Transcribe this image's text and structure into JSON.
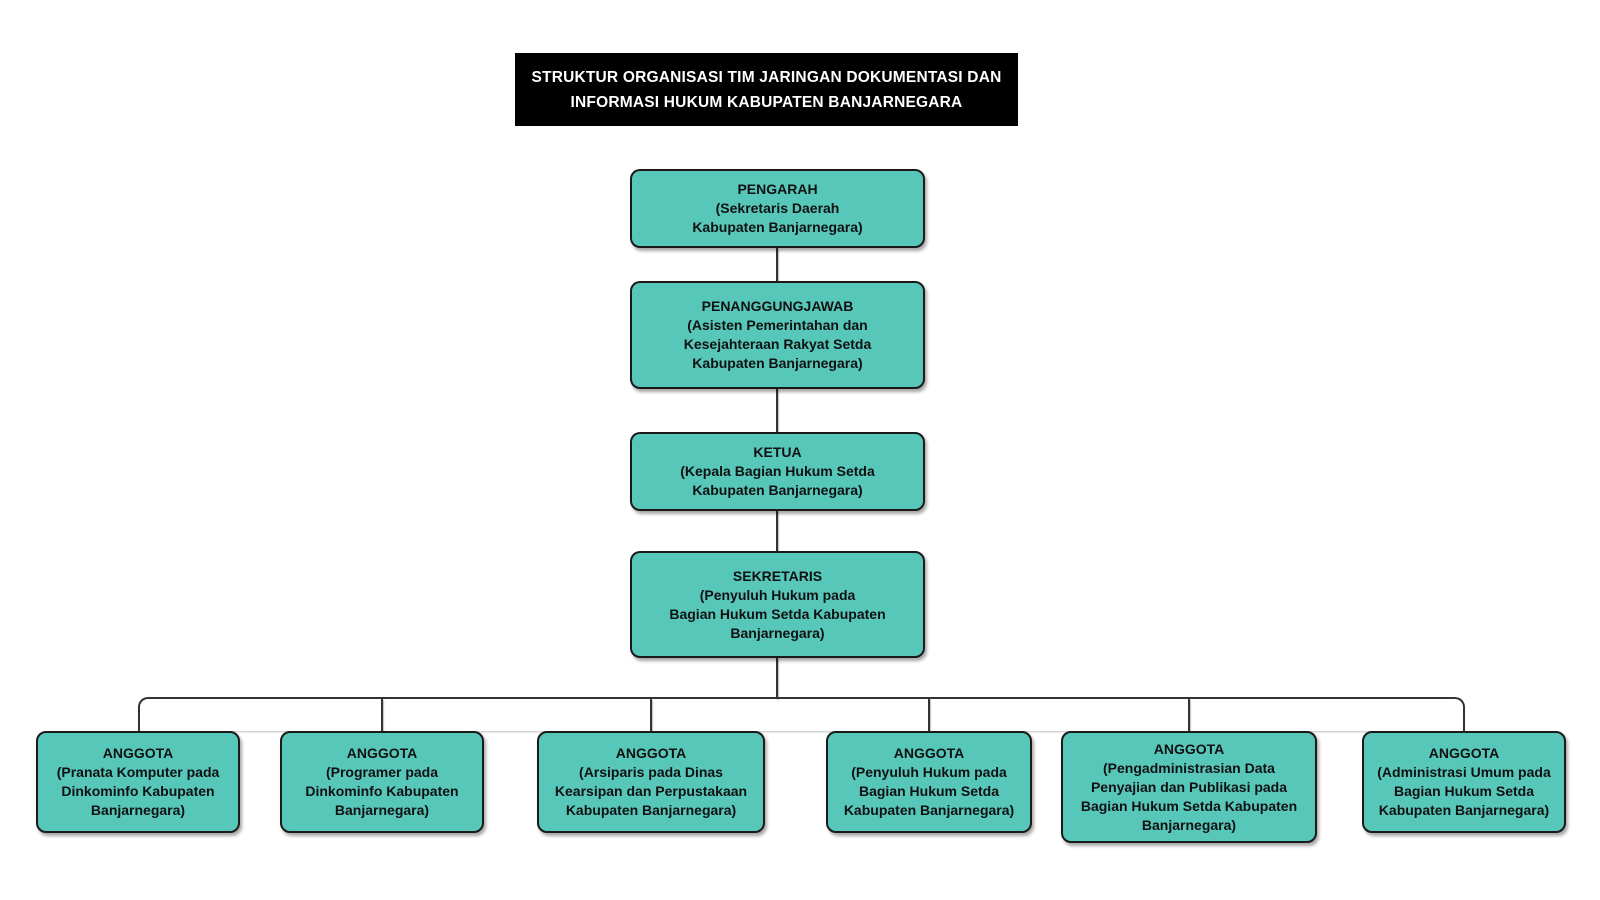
{
  "title": {
    "lines": [
      "STRUKTUR ORGANISASI TIM JARINGAN DOKUMENTASI DAN",
      "INFORMASI HUKUM KABUPATEN BANJARNEGARA"
    ]
  },
  "theme": {
    "node_fill": "#57C7BA",
    "node_border": "#1a1a1a",
    "connector_color": "#333333",
    "title_bg": "#000000",
    "title_fg": "#ffffff",
    "page_bg": "#ffffff"
  },
  "chain": [
    {
      "role": "PENGARAH",
      "lines": [
        "PENGARAH",
        "(Sekretaris Daerah",
        "Kabupaten Banjarnegara)"
      ]
    },
    {
      "role": "PENANGGUNGJAWAB",
      "lines": [
        "PENANGGUNGJAWAB",
        "(Asisten Pemerintahan dan",
        "Kesejahteraan Rakyat Setda",
        "Kabupaten Banjarnegara)"
      ]
    },
    {
      "role": "KETUA",
      "lines": [
        "KETUA",
        "(Kepala Bagian Hukum Setda",
        "Kabupaten Banjarnegara)"
      ]
    },
    {
      "role": "SEKRETARIS",
      "lines": [
        "SEKRETARIS",
        "(Penyuluh Hukum pada",
        "Bagian Hukum Setda Kabupaten",
        "Banjarnegara)"
      ]
    }
  ],
  "members": [
    {
      "role": "ANGGOTA",
      "lines": [
        "ANGGOTA",
        "(Pranata Komputer pada",
        "Dinkominfo Kabupaten",
        "Banjarnegara)"
      ]
    },
    {
      "role": "ANGGOTA",
      "lines": [
        "ANGGOTA",
        "(Programer pada",
        "Dinkominfo Kabupaten",
        "Banjarnegara)"
      ]
    },
    {
      "role": "ANGGOTA",
      "lines": [
        "ANGGOTA",
        "(Arsiparis pada Dinas",
        "Kearsipan dan Perpustakaan",
        "Kabupaten Banjarnegara)"
      ]
    },
    {
      "role": "ANGGOTA",
      "lines": [
        "ANGGOTA",
        "(Penyuluh Hukum pada",
        "Bagian Hukum Setda",
        "Kabupaten Banjarnegara)"
      ]
    },
    {
      "role": "ANGGOTA",
      "lines": [
        "ANGGOTA",
        "(Pengadministrasian Data",
        "Penyajian dan Publikasi pada",
        "Bagian Hukum Setda Kabupaten",
        "Banjarnegara)"
      ]
    },
    {
      "role": "ANGGOTA",
      "lines": [
        "ANGGOTA",
        "(Administrasi Umum pada",
        "Bagian Hukum Setda",
        "Kabupaten Banjarnegara)"
      ]
    }
  ]
}
